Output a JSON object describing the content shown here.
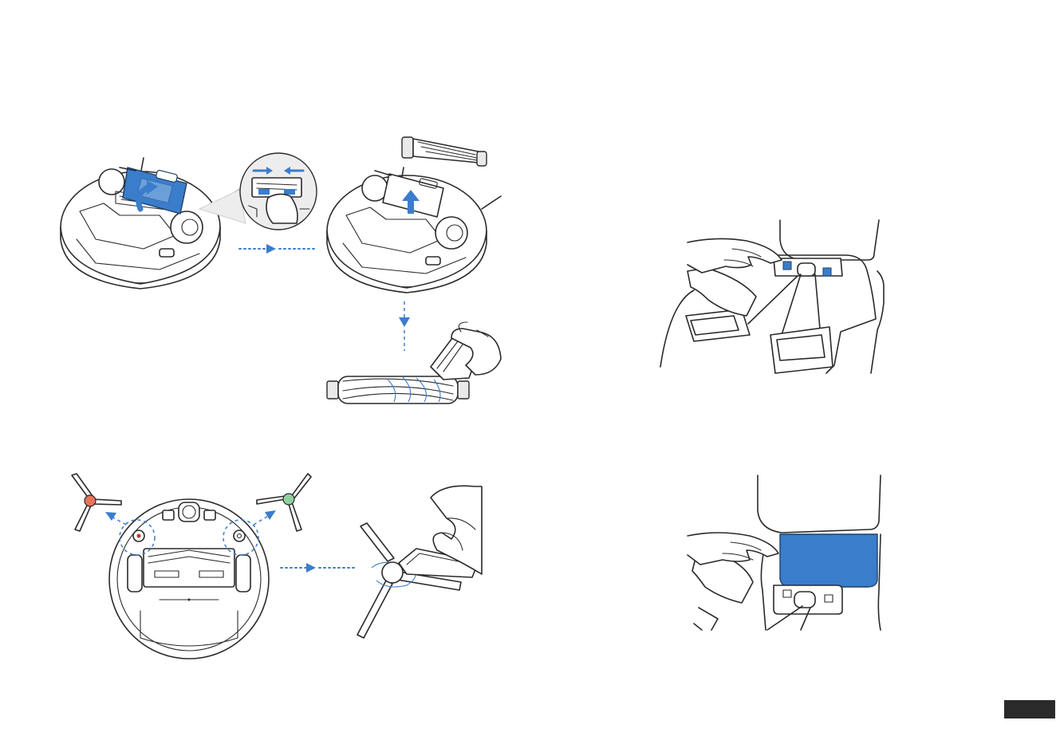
{
  "illustrations": [
    {
      "name": "robot-main-brush-cover-open",
      "icon": "robot-vacuum-illustration"
    },
    {
      "name": "brush-cover-latch-detail",
      "icon": "latch-detail-illustration"
    },
    {
      "name": "robot-main-brush-removed",
      "icon": "robot-vacuum-illustration"
    },
    {
      "name": "main-brush-cleaning",
      "icon": "brush-cleaning-illustration"
    },
    {
      "name": "robot-underside-side-brushes",
      "icon": "robot-underside-illustration"
    },
    {
      "name": "side-brush-cleaning",
      "icon": "side-brush-cleaning-illustration"
    },
    {
      "name": "dock-contacts-wiping",
      "icon": "dock-cleaning-illustration"
    },
    {
      "name": "dock-sensor-window-wiping",
      "icon": "dock-cleaning-illustration"
    }
  ],
  "colors": {
    "accent": "#3a7dcb",
    "line": "#2a2a2a",
    "left_side_brush": "#e8735a",
    "right_side_brush": "#8fd19e",
    "page_tab": "#2a2a2a"
  }
}
